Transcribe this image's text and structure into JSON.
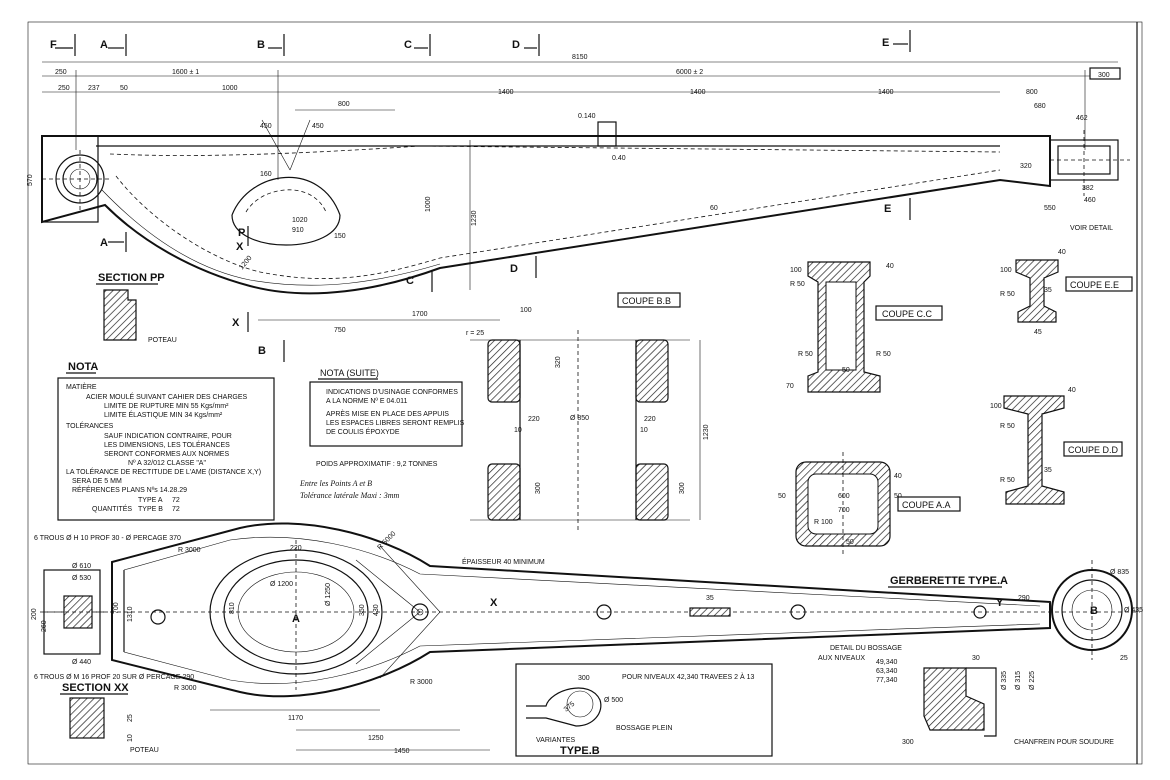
{
  "section_markers": {
    "F": "F",
    "A": "A",
    "B": "B",
    "C": "C",
    "D": "D",
    "E": "E",
    "P": "P",
    "X": "X"
  },
  "top_dims": {
    "overall": "8150",
    "d250": "250",
    "d1600": "1600 ± 1",
    "d6000": "6000 ± 2",
    "d300": "300",
    "d237": "237",
    "d50": "50",
    "d1000": "1000",
    "d800": "800",
    "d1400a": "1400",
    "d1400b": "1400",
    "d1400c": "1400",
    "d800b": "800",
    "d680": "680",
    "d450a": "450",
    "d450b": "450",
    "d140": "0.140",
    "d40": "0.40",
    "d462": "462",
    "d382": "382",
    "d460": "460",
    "d550": "550",
    "d1700": "1700",
    "d750": "750",
    "d100": "100",
    "d1230": "1230",
    "d1000v": "1000",
    "d570": "570",
    "d1020": "1020",
    "d910": "910",
    "d150": "150",
    "d1200": "1200",
    "d160": "160",
    "d60": "60",
    "d320": "320",
    "voir_detail": "VOIR DETAIL",
    "poteau": "POTEAU"
  },
  "section_pp": {
    "title": "SECTION PP",
    "poteau": "POTEAU"
  },
  "nota": {
    "title": "NOTA",
    "matiere": "MATIÈRE",
    "line1": "ACIER MOULÉ SUIVANT CAHIER DES CHARGES",
    "line2": "LIMITE DE RUPTURE  MIN 55 Kgs/mm²",
    "line3": "LIMITE ÉLASTIQUE  MIN 34 Kgs/mm²",
    "tolerances": "TOLÉRANCES",
    "line4": "SAUF INDICATION CONTRAIRE, POUR",
    "line5": "LES DIMENSIONS, LES TOLÉRANCES",
    "line6": "SERONT CONFORMES AUX NORMES",
    "line7": "Nº A 32/012 CLASSE \"A\"",
    "line8": "LA TOLÉRANCE DE RECTITUDE DE L'AME (DISTANCE X,Y)",
    "line9": "SERA DE 5 MM",
    "line10": "RÉFÉRENCES  PLANS Nºs 14.28.29",
    "type_a_label": "TYPE A",
    "type_a_qty": "72",
    "type_b_label": "TYPE B",
    "type_b_qty": "72",
    "quantites": "QUANTITÉS"
  },
  "nota_suite": {
    "title": "NOTA (SUITE)",
    "line1": "INDICATIONS D'USINAGE CONFORMES",
    "line2": "A LA NORME Nº E 04.011",
    "line3": "APRÈS MISE EN PLACE DES APPUIS",
    "line4": "LES ESPACES LIBRES SERONT REMPLIS",
    "line5": "DE COULIS ÉPOXYDE",
    "poids": "POIDS APPROXIMATIF : 9,2 TONNES",
    "hw1": "Entre les Points A et B",
    "hw2": "Tolérance latérale Maxi : 3mm"
  },
  "coupe_bb": {
    "title": "COUPE B.B",
    "r25": "r = 25",
    "d320": "320",
    "d220a": "220",
    "d220b": "220",
    "d10a": "10",
    "d10b": "10",
    "d850": "Ø 850",
    "d1230": "1230",
    "d300a": "300",
    "d300b": "300"
  },
  "coupe_cc": {
    "title": "COUPE C.C",
    "d100": "100",
    "d40": "40",
    "r50a": "R 50",
    "r50b": "R 50",
    "r50c": "R 50",
    "d70": "70",
    "d50": "50"
  },
  "coupe_ee": {
    "title": "COUPE E.E",
    "d100": "100",
    "d40": "40",
    "r50": "R 50",
    "d35": "35",
    "d45": "45"
  },
  "coupe_dd": {
    "title": "COUPE D.D",
    "d100": "100",
    "d40": "40",
    "r50a": "R 50",
    "r50b": "R 50",
    "d35": "35"
  },
  "coupe_aa": {
    "title": "COUPE A.A",
    "d50a": "50",
    "d50b": "50",
    "d40": "40",
    "d600": "600",
    "d700": "700",
    "r100": "R 100",
    "d50c": "50"
  },
  "plan": {
    "title": "GERBERETTE TYPE.A",
    "epaisseur": "ÉPAISSEUR 40 MINIMUM",
    "point_a": "A",
    "point_b": "B",
    "point_x": "X",
    "point_y": "Y",
    "r3000a": "R 3000",
    "r3000b": "R 3000",
    "r3000c": "R 3000",
    "r5000": "R 5000",
    "d1310": "1310",
    "d700": "700",
    "d810": "810",
    "d1200": "Ø 1200",
    "d1250": "Ø 1250",
    "d350": "350",
    "d430": "430",
    "d1170": "1170",
    "d1250h": "1250",
    "d1450": "1450",
    "d220": "220",
    "d35": "35",
    "d835": "Ø 835",
    "d435": "Ø 435",
    "d290": "290",
    "d25": "25"
  },
  "section_xx": {
    "title": "SECTION XX",
    "poteau": "POTEAU",
    "d25": "25",
    "d10": "10"
  },
  "left_notes": {
    "n1": "6 TROUS Ø H 10 PROF 30 - Ø PERCAGE 370",
    "n2": "6 TROUS Ø M 16 PROF 20 SUR Ø PERCAGE 290",
    "d610": "Ø 610",
    "d530": "Ø 530",
    "d440": "Ø 440",
    "d200": "200",
    "d260": "260"
  },
  "type_b": {
    "title": "TYPE.B",
    "text": "POUR NIVEAUX 42,340  TRAVEES 2 À 13",
    "variantes": "VARIANTES",
    "bossage": "BOSSAGE PLEIN",
    "d300": "300",
    "d500": "Ø 500",
    "d375": "375"
  },
  "detail_bossage": {
    "title": "DETAIL DU BOSSAGE",
    "aux": "AUX NIVEAUX",
    "l1": "49,340",
    "l2": "63,340",
    "l3": "77,340",
    "d30": "30",
    "d300": "300",
    "chanfrein": "CHANFREIN POUR SOUDURE",
    "d335": "Ø 335",
    "d315": "Ø 315",
    "d225": "Ø 225"
  }
}
